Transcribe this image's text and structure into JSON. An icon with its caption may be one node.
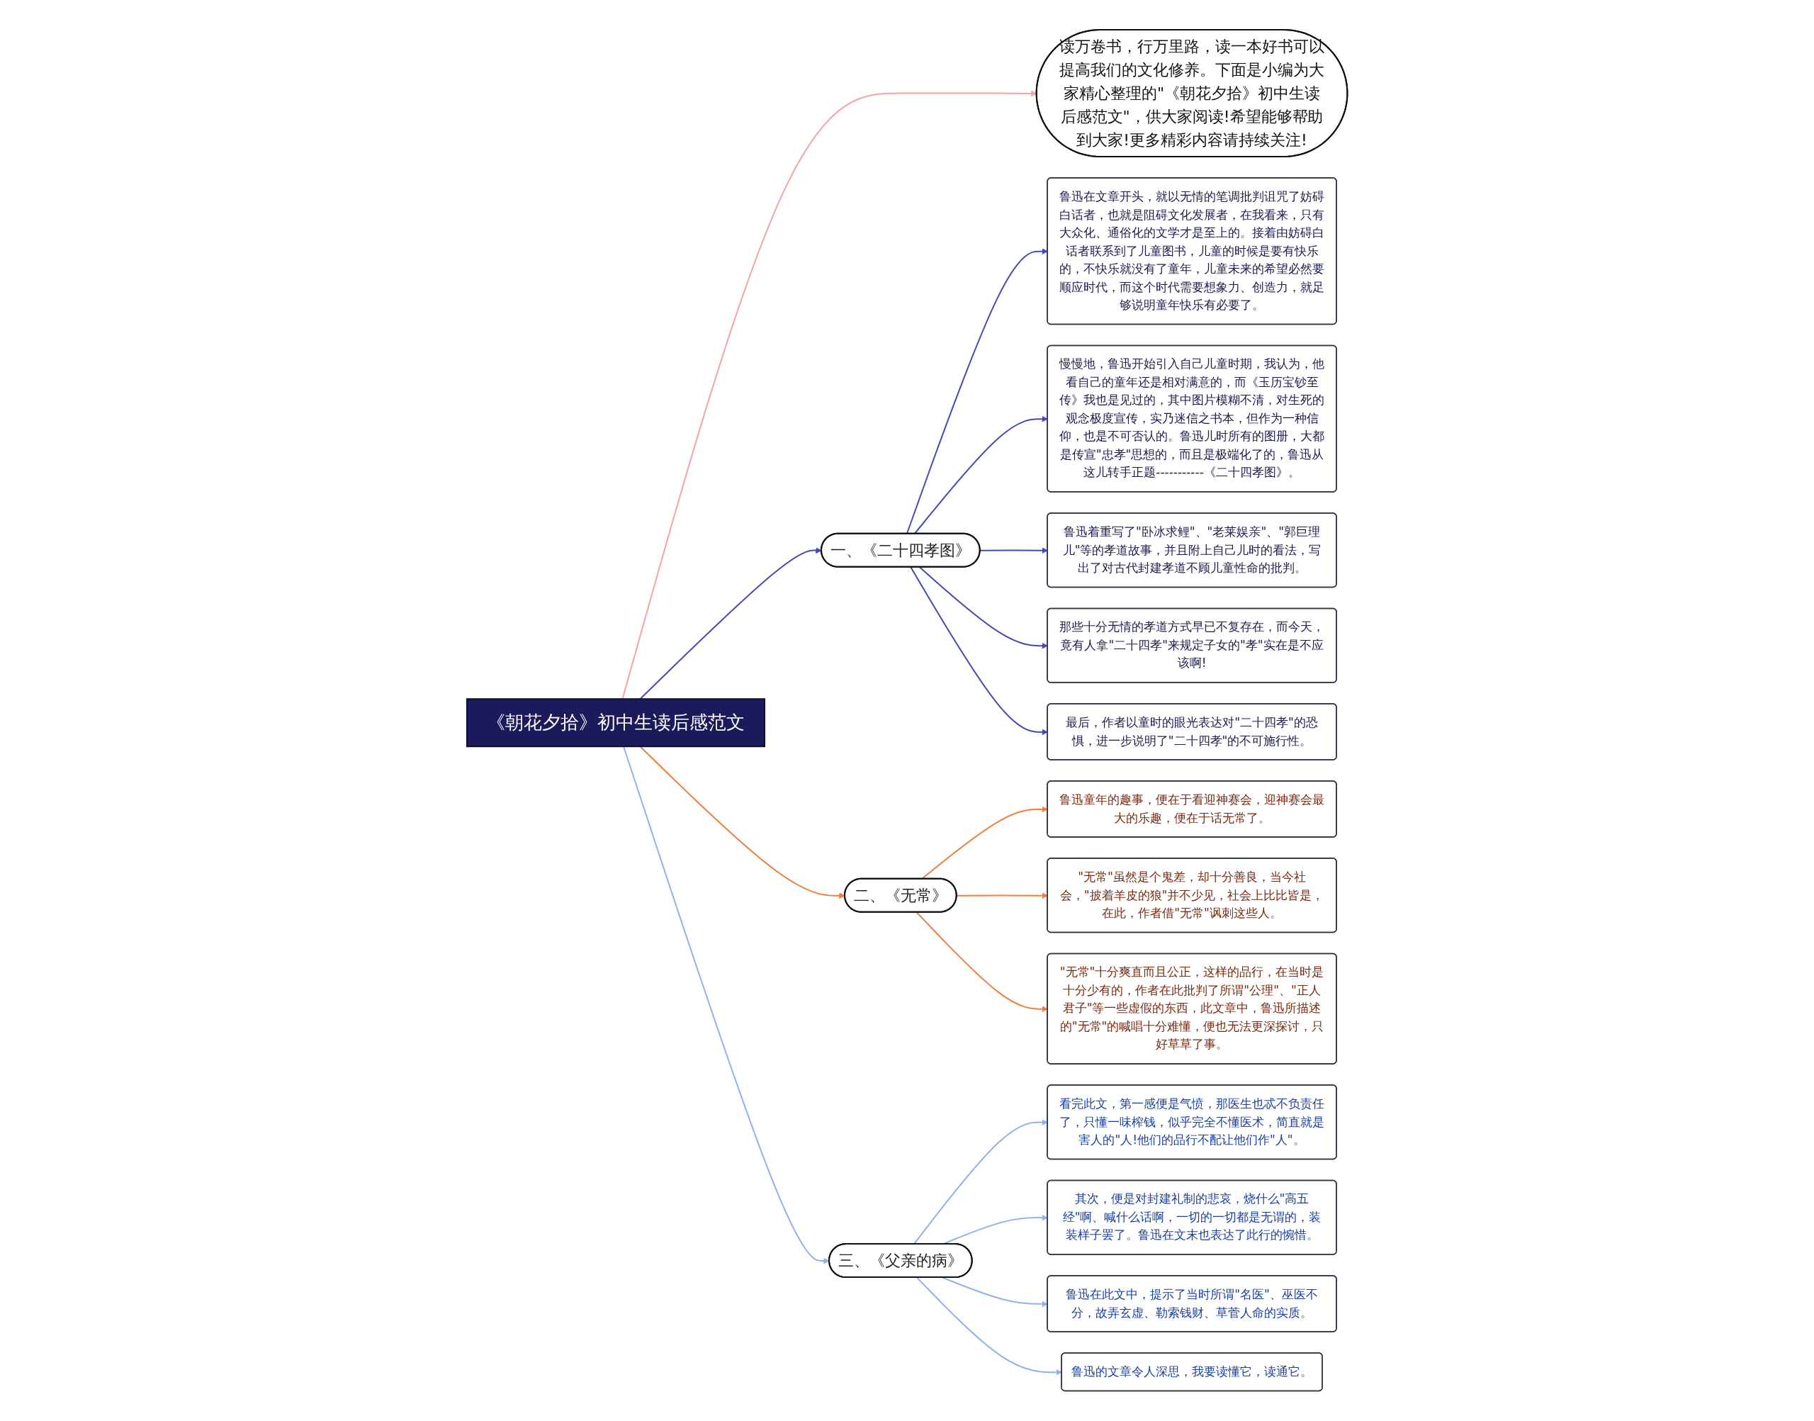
{
  "diagram": {
    "nodes": [
      {
        "text": [
          "《朝花夕拾》初中生读后感范文"
        ]
      },
      {
        "text": [
          "读万卷书，行万里路，读一本好书可以提高我们的文化修养。下面是小编为大家精心整理的\"《朝花夕拾》初中生读后感范文\"，供大家阅读!希望能够帮助到大家!更多精彩内容请持续关注!"
        ]
      },
      {
        "text": [
          "一、《二十四孝图》"
        ]
      },
      {
        "text": [
          "鲁迅在文章开头，就以无情的笔调批判诅咒了妨碍白话者，也就是阻碍文化发展者，在我看来，只有大众化、通俗化的文学才是至上的。接着由妨碍白话者联系到了儿童图书，儿童的时候是要有快乐的，不快乐就没有了童年，儿童未来的希望必然要顺应时代，而这个时代需要想象力、创造力，就足够说明童年快乐有必要了。"
        ]
      },
      {
        "text": [
          "慢慢地，鲁迅开始引入自己儿童时期，我认为，他看自己的童年还是相对满意的，而《玉历宝钞至传》我也是见过的，其中图片模糊不清，对生死的观念极度宣传，实乃迷信之书本，但作为一种信仰，也是不可否认的。鲁迅儿时所有的图册，大都是传宣\"忠孝\"思想的，而且是极端化了的，鲁迅从这儿转手正题-----------《二十四孝图》。"
        ]
      },
      {
        "text": [
          "鲁迅着重写了\"卧冰求鲤\"、\"老莱娱亲\"、\"郭巨理儿\"等的孝道故事，并且附上自己儿时的看法，写出了对古代封建孝道不顾儿童性命的批判。"
        ]
      },
      {
        "text": [
          "那些十分无情的孝道方式早已不复存在，而今天，竟有人拿\"二十四孝\"来规定子女的\"孝\"实在是不应该啊!"
        ]
      },
      {
        "text": [
          "最后，作者以童时的眼光表达对\"二十四孝\"的恐惧，进一步说明了\"二十四孝\"的不可施行性。"
        ]
      },
      {
        "text": [
          "二、《无常》"
        ]
      },
      {
        "text": [
          "鲁迅童年的趣事，便在于看迎神赛会，迎神赛会最大的乐趣，便在于话无常了。"
        ]
      },
      {
        "text": [
          "\"无常\"虽然是个鬼差，却十分善良，当今社会，\"披着羊皮的狼\"并不少见，社会上比比皆是，在此，作者借\"无常\"讽刺这些人。"
        ]
      },
      {
        "text": [
          "\"无常\"十分爽直而且公正，这样的品行，在当时是十分少有的，作者在此批判了所谓\"公理\"、\"正人君子\"等一些虚假的东西，此文章中，鲁迅所描述的\"无常\"的喊唱十分难懂，便也无法更深探讨，只好草草了事。"
        ]
      },
      {
        "text": [
          "三、《父亲的病》"
        ]
      },
      {
        "text": [
          "看完此文，第一感便是气愤，那医生也忒不负责任了，只懂一味榨钱，似乎完全不懂医术，简直就是害人的\"人!他们的品行不配让他们作\"人\"。"
        ]
      },
      {
        "text": [
          "其次，便是对封建礼制的悲哀，烧什么\"高五经\"啊、喊什么话啊，一切的一切都是无谓的，装装样子罢了。鲁迅在文末也表达了此行的惋惜。"
        ]
      },
      {
        "text": [
          "鲁迅在此文中，提示了当时所谓\"名医\"、巫医不分，故弄玄虚、勒索钱财、草菅人命的实质。"
        ]
      },
      {
        "text": [
          "鲁迅的文章令人深思，我要读懂它，读通它。"
        ]
      }
    ],
    "edges": [
      {
        "from": 0,
        "to": 1,
        "arrow": "to",
        "color": "#f4a3a8"
      },
      {
        "from": 0,
        "to": 2,
        "arrow": "to",
        "color": "#4349b8"
      },
      {
        "from": 2,
        "to": 3,
        "arrow": "to",
        "color": "#4349b8"
      },
      {
        "from": 2,
        "to": 4,
        "arrow": "to",
        "color": "#4349b8"
      },
      {
        "from": 2,
        "to": 5,
        "arrow": "to",
        "color": "#4349b8"
      },
      {
        "from": 2,
        "to": 6,
        "arrow": "to",
        "color": "#4349b8"
      },
      {
        "from": 2,
        "to": 7,
        "arrow": "to",
        "color": "#4349b8"
      },
      {
        "from": 0,
        "to": 8,
        "arrow": "to",
        "color": "#f07f3c"
      },
      {
        "from": 8,
        "to": 9,
        "arrow": "to",
        "color": "#f07f3c"
      },
      {
        "from": 8,
        "to": 10,
        "arrow": "to",
        "color": "#f07f3c"
      },
      {
        "from": 8,
        "to": 11,
        "arrow": "to",
        "color": "#f07f3c"
      },
      {
        "from": 0,
        "to": 12,
        "arrow": "to",
        "color": "#8fb2ec"
      },
      {
        "from": 12,
        "to": 13,
        "arrow": "to",
        "color": "#8fb2ec"
      },
      {
        "from": 12,
        "to": 14,
        "arrow": "to",
        "color": "#8fb2ec"
      },
      {
        "from": 12,
        "to": 15,
        "arrow": "to",
        "color": "#8fb2ec"
      },
      {
        "from": 12,
        "to": 16,
        "arrow": "to",
        "color": "#8fb2ec"
      }
    ]
  }
}
